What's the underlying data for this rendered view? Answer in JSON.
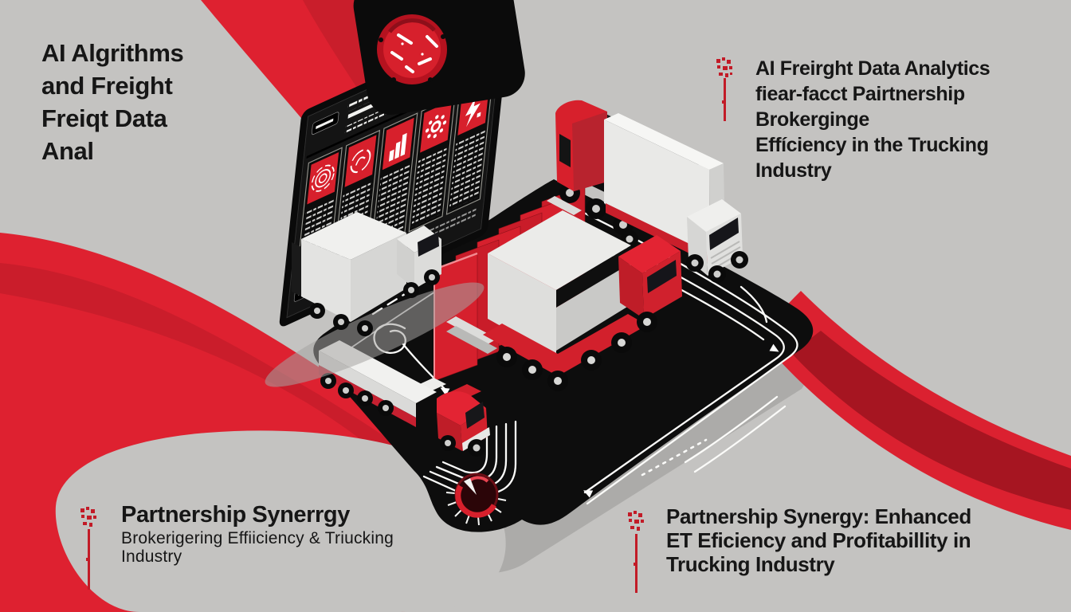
{
  "canvas": {
    "background": "#c4c3c1",
    "accent_red": "#de2130",
    "accent_red_dark": "#b51b27",
    "ink": "#161616",
    "mat_black": "#0d0d0d",
    "white": "#f2f2f0"
  },
  "text_blocks": {
    "top_left": {
      "lines": [
        "AI Algrithms",
        "and Freight",
        "Freiqt Data",
        "Anal"
      ]
    },
    "top_right": {
      "lines": [
        "AI Freirght Data Analytics",
        "fiear-facct Pairtnership",
        "Brokerginge",
        "Effíciency in the Trucking",
        "Industry"
      ]
    },
    "bottom_left": {
      "title": "Partnership Synerrgy",
      "lines": [
        "Brokerigering Effiiciency & Triucking",
        "Industry"
      ]
    },
    "bottom_right": {
      "lines": [
        "Partnership Synergy: Enhanced",
        "ET Eficiency and Profitabillity in",
        "Trucking Industry"
      ]
    }
  },
  "illustration": {
    "dashboard_tile_icons": [
      "concentric-rings",
      "scribble-badge",
      "bar-chart",
      "gear-dots",
      "bolt-plus"
    ],
    "scene_elements": [
      "red-swoosh-top-left",
      "red-swoosh-left",
      "red-ribbon-right",
      "dashboard-monitor",
      "gear-emblem-panel",
      "route-map-mat",
      "speed-gauge",
      "red-data-panels",
      "freight-trucks",
      "glitch-markers"
    ]
  }
}
